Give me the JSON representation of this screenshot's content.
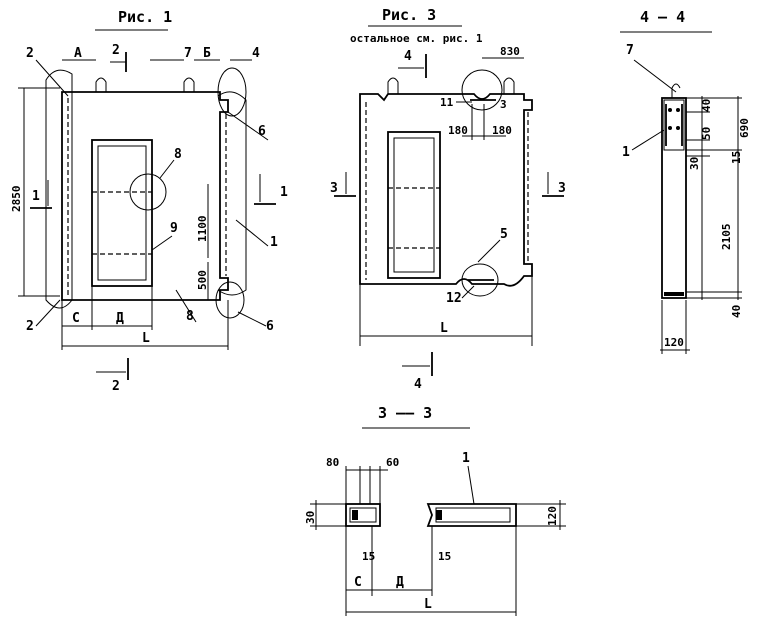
{
  "titles": {
    "fig1": "Рис. 1",
    "fig3": "Рис. 3",
    "fig3_note": "остальное см. рис. 1",
    "sec44": "4 — 4",
    "sec33": "3 —— 3"
  },
  "fig1": {
    "top_dim_a": "А",
    "top_dim_b": "Б",
    "sec2_top": "2",
    "callout_7": "7",
    "callout_2_top": "2",
    "callout_4": "4",
    "callout_6_top": "6",
    "callout_8": "8",
    "callout_9": "9",
    "callout_1": "1",
    "callout_2_bot": "2",
    "callout_8_bot": "8",
    "callout_6_bot": "6",
    "height_dim": "2850",
    "dim_1100": "1100",
    "dim_500": "500",
    "sec1_left": "1",
    "sec1_right": "1",
    "dim_c": "С",
    "dim_d": "Д",
    "dim_l": "L",
    "sec2_bottom": "2"
  },
  "fig3": {
    "dim_830": "830",
    "sec4_top": "4",
    "callout_11": "11",
    "callout_3": "3",
    "dim_180_left": "180",
    "dim_180_right": "180",
    "sec3_left": "3",
    "sec3_right": "3",
    "callout_5": "5",
    "callout_12": "12",
    "dim_l": "L",
    "sec4_bottom": "4"
  },
  "sec44": {
    "callout_7": "7",
    "callout_1": "1",
    "dim_40_top": "40",
    "dim_50": "50",
    "dim_690": "690",
    "dim_30": "30",
    "dim_15": "15",
    "dim_2105": "2105",
    "dim_40_bot": "40",
    "dim_120": "120"
  },
  "sec33": {
    "callout_1": "1",
    "dim_80": "80",
    "dim_60": "60",
    "dim_30": "30",
    "dim_120": "120",
    "dim_15_left": "15",
    "dim_15_right": "15",
    "dim_c": "С",
    "dim_d": "Д",
    "dim_l": "L"
  }
}
